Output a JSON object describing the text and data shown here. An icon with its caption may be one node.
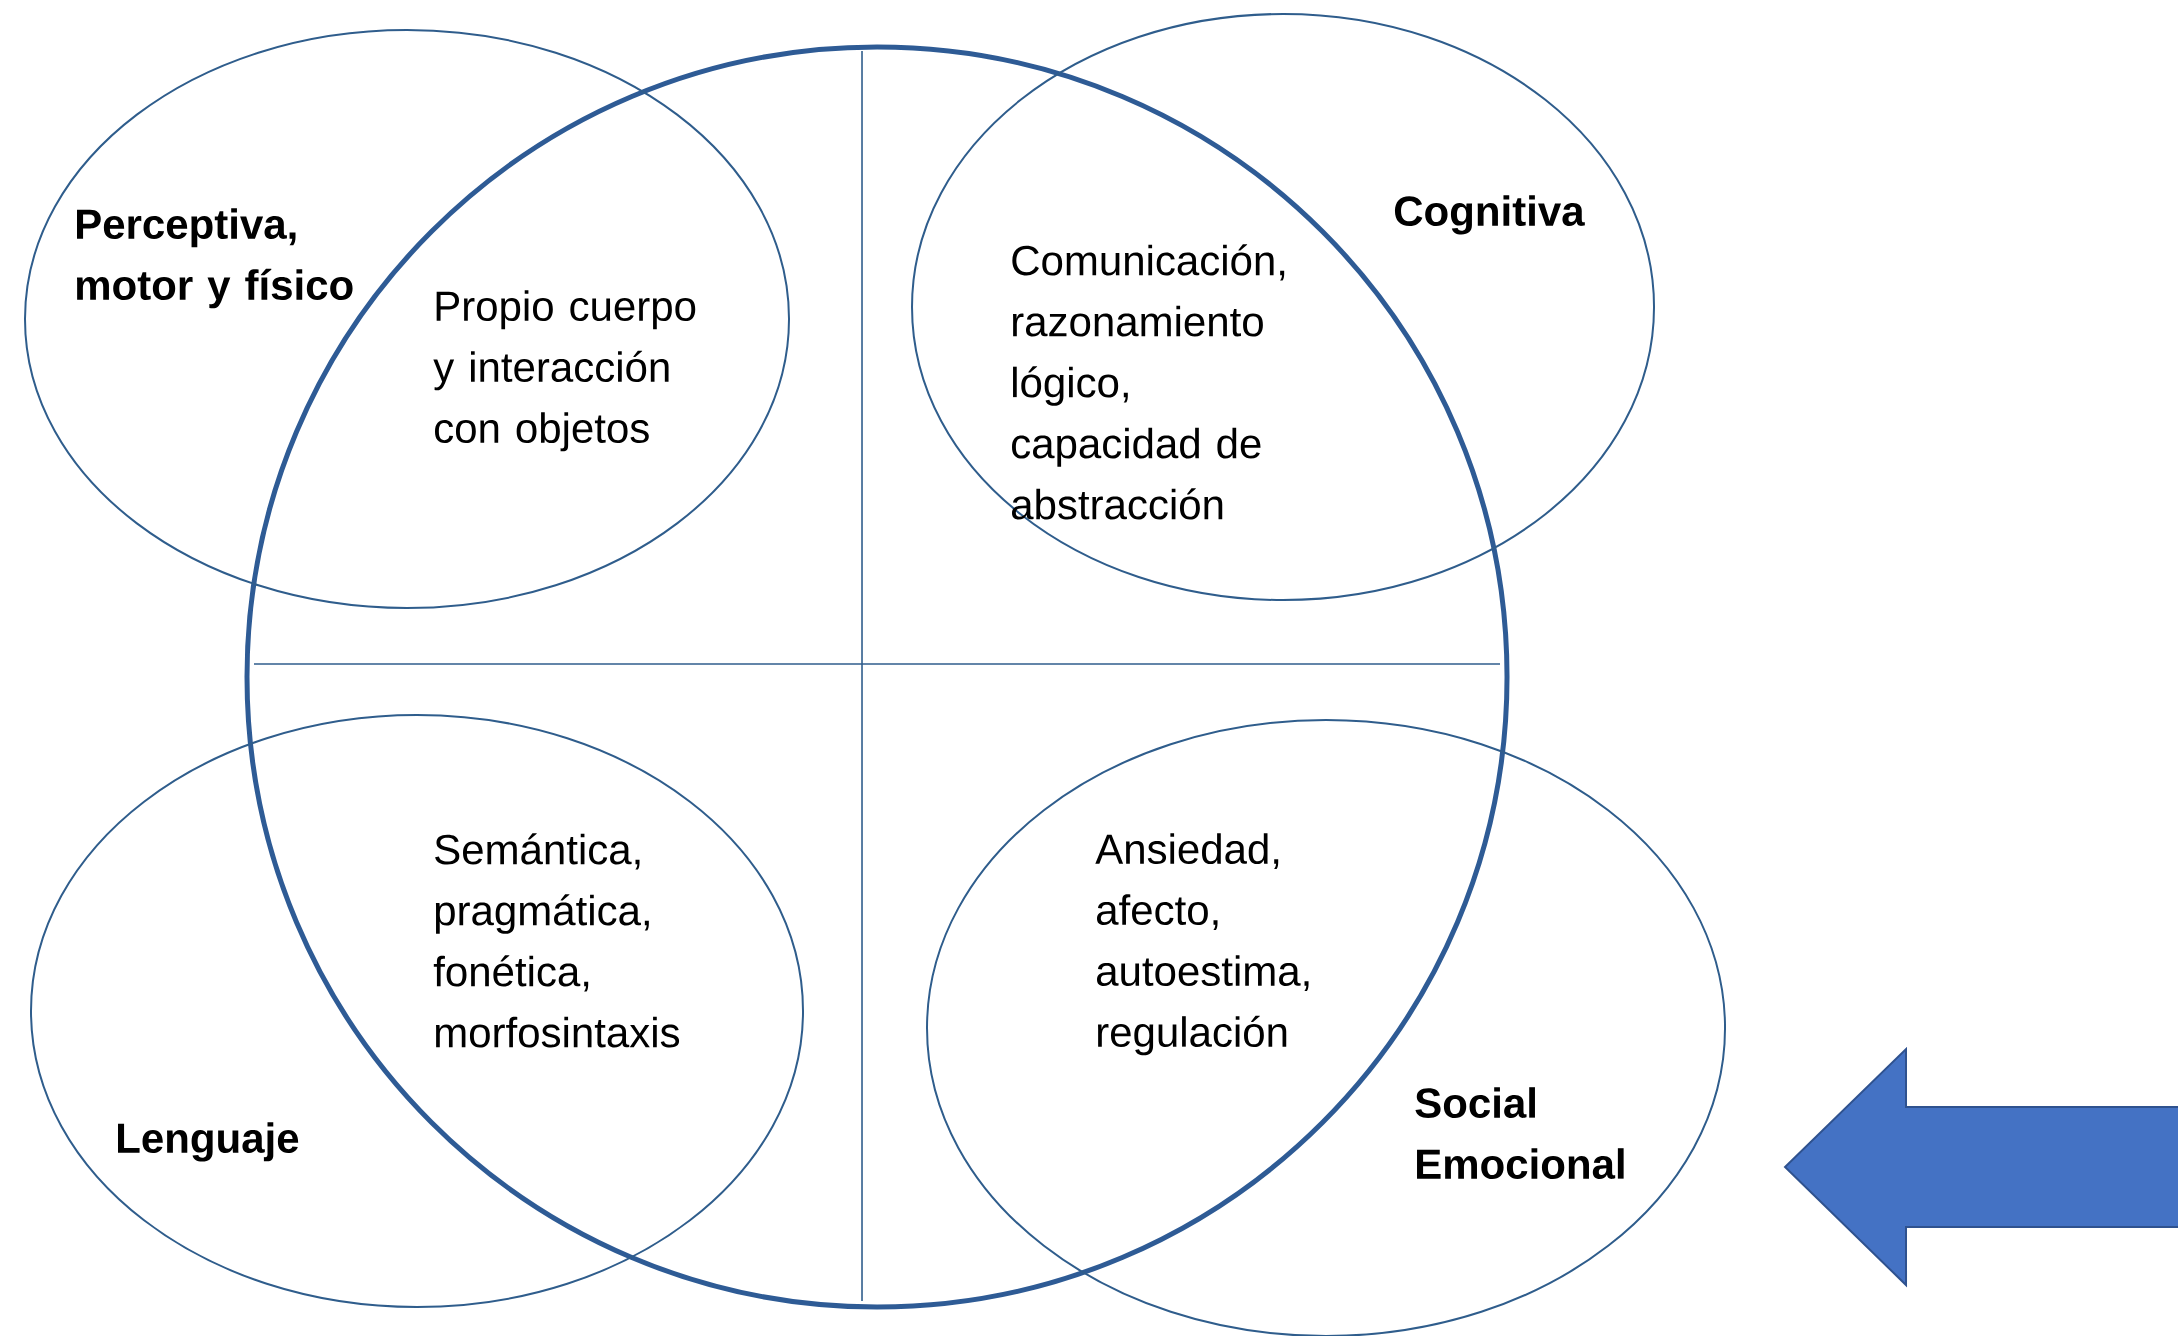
{
  "diagram": {
    "nodes": [
      {
        "text": [],
        "shape": "circle"
      },
      {
        "text": [
          "Perceptiva, motor y físico",
          "Propio cuerpo y interacción con objetos"
        ]
      },
      {
        "text": [
          "Cognitiva",
          "Comunicación, razonamiento lógico, capacidad de abstracción"
        ]
      },
      {
        "text": [
          "Lenguaje",
          "Semántica, pragmática, fonética, morfosintaxis"
        ]
      },
      {
        "text": [
          "Social Emocional",
          "Ansiedad, afecto, autoestima, regulación"
        ]
      }
    ]
  }
}
